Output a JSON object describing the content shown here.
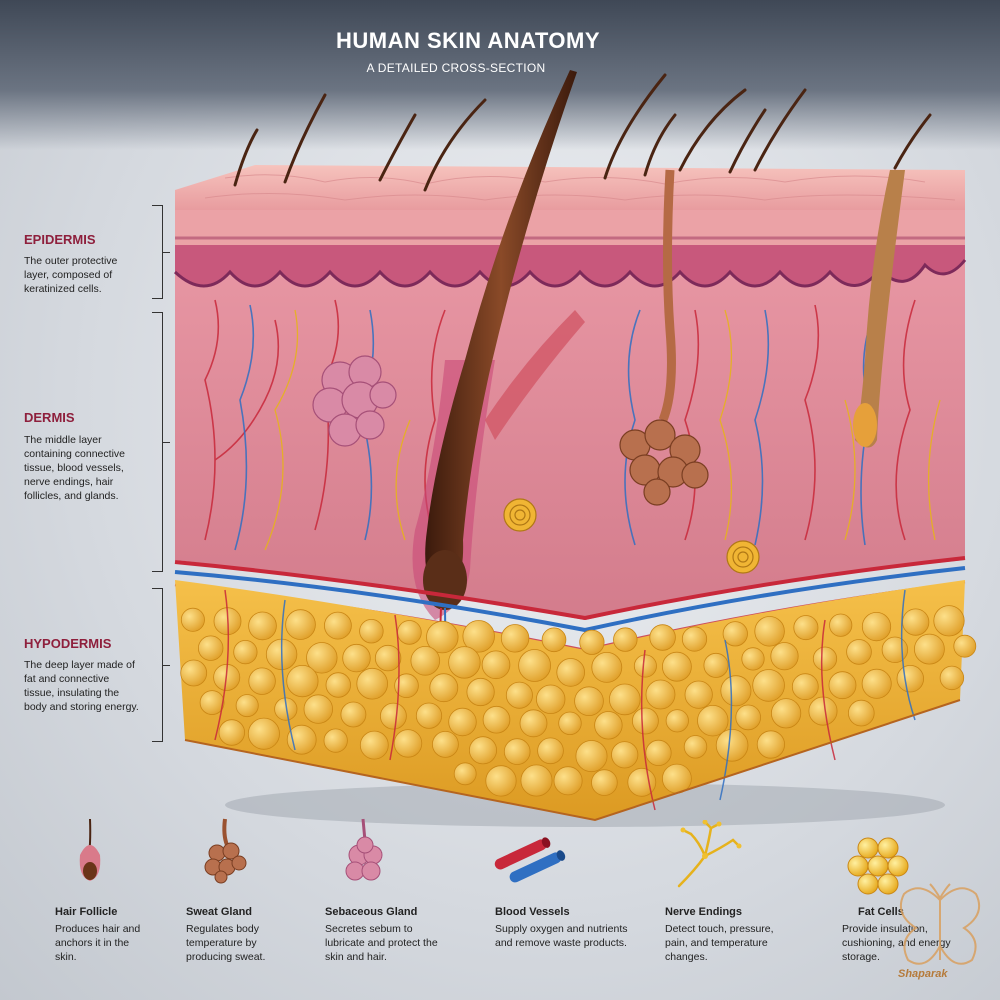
{
  "header": {
    "title": "HUMAN SKIN ANATOMY",
    "subtitle": "A DETAILED CROSS-SECTION"
  },
  "layers": [
    {
      "name": "EPIDERMIS",
      "description": "The outer protective layer, composed of keratinized cells."
    },
    {
      "name": "DERMIS",
      "description": "The middle layer containing connective tissue, blood vessels, nerve endings, hair follicles, and glands."
    },
    {
      "name": "HYPODERMIS",
      "description": "The deep layer made of fat and connective tissue, insulating the body and storing energy."
    }
  ],
  "legend": [
    {
      "icon": "hair-follicle-icon",
      "title": "Hair Follicle",
      "description": "Produces hair and anchors it in the skin."
    },
    {
      "icon": "sweat-gland-icon",
      "title": "Sweat Gland",
      "description": "Regulates body temperature by producing sweat."
    },
    {
      "icon": "sebaceous-gland-icon",
      "title": "Sebaceous Gland",
      "description": "Secretes sebum to lubricate and protect the skin and hair."
    },
    {
      "icon": "blood-vessels-icon",
      "title": "Blood Vessels",
      "description": "Supply oxygen and nutrients and remove waste products."
    },
    {
      "icon": "nerve-endings-icon",
      "title": "Nerve Endings",
      "description": "Detect touch, pressure, pain, and temperature changes."
    },
    {
      "icon": "fat-cells-icon",
      "title": "Fat Cells",
      "description": "Provide insulation, cushioning, and energy storage."
    }
  ],
  "watermark": {
    "text": "Shaparak"
  },
  "colors": {
    "layer_title": "#8e1f3c",
    "epidermis": "#e9a3a6",
    "dermis": "#d98a96",
    "hypodermis": "#f0b534",
    "artery": "#c8283a",
    "vein": "#2f6fc2",
    "nerve": "#e6b21c",
    "hair": "#5a2e18"
  }
}
